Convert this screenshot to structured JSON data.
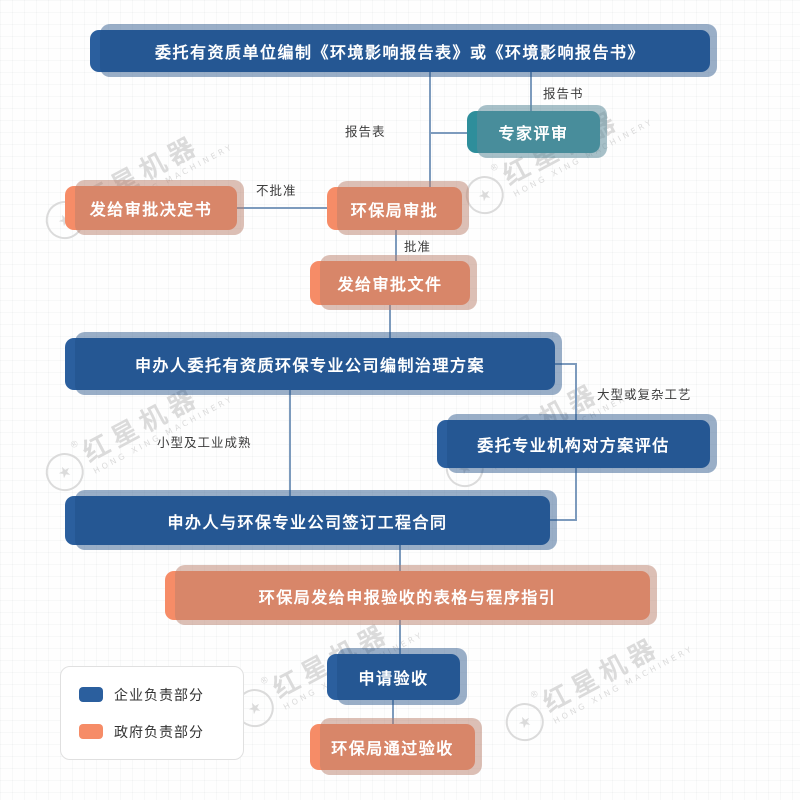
{
  "nodes": {
    "commission": {
      "label": "委托有资质单位编制《环境影响报告表》或《环境影响报告书》"
    },
    "expert_review": {
      "label": "专家评审"
    },
    "epa_approval": {
      "label": "环保局审批"
    },
    "decision_letter": {
      "label": "发给审批决定书"
    },
    "approval_document": {
      "label": "发给审批文件"
    },
    "treatment_plan": {
      "label": "申办人委托有资质环保专业公司编制治理方案"
    },
    "plan_evaluation": {
      "label": "委托专业机构对方案评估"
    },
    "contract": {
      "label": "申办人与环保专业公司签订工程合同"
    },
    "acceptance_guide": {
      "label": "环保局发给申报验收的表格与程序指引"
    },
    "apply_acceptance": {
      "label": "申请验收"
    },
    "pass_acceptance": {
      "label": "环保局通过验收"
    }
  },
  "edge_labels": {
    "report_form": "报告表",
    "report_book": "报告书",
    "not_approved": "不批准",
    "approved": "批准",
    "large_complex": "大型或复杂工艺",
    "small_mature": "小型及工业成熟"
  },
  "legend": {
    "items": [
      {
        "label": "企业负责部分",
        "color": "#2b5f9e"
      },
      {
        "label": "政府负责部分",
        "color": "#f68c67"
      }
    ]
  },
  "watermark": {
    "title": "红星机器",
    "subtitle": "HONG XING MACHINERY",
    "star": "★",
    "registered": "®"
  },
  "colors": {
    "enterprise": "#2b5f9e",
    "government": "#f68c67",
    "expert": "#2e8e9b",
    "connector": "#7d9bbd"
  }
}
